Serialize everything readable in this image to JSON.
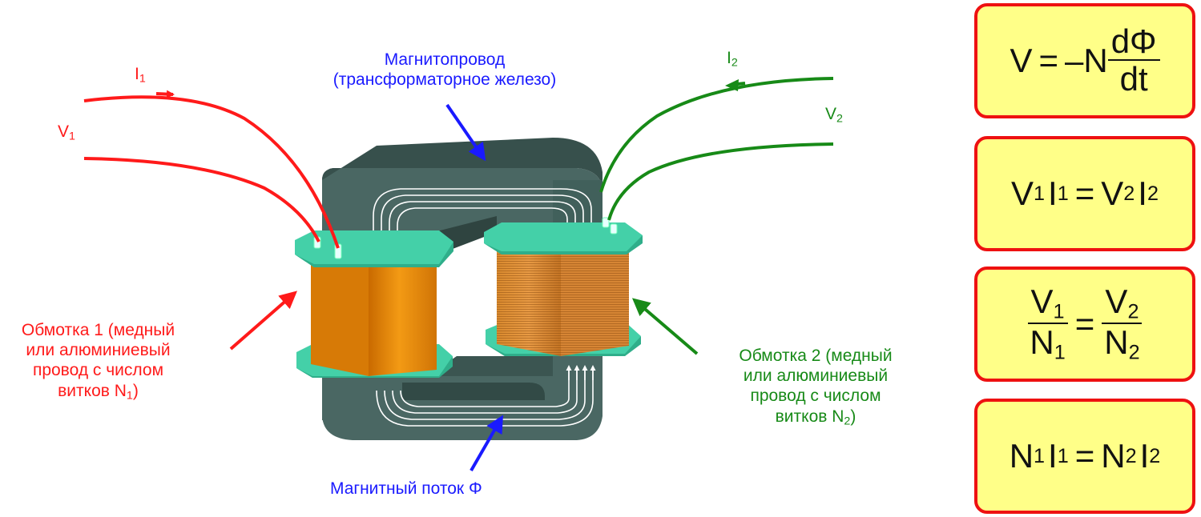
{
  "labels": {
    "core": [
      "Магнитопровод",
      "(трансформаторное железо)"
    ],
    "flux": "Магнитный поток Φ",
    "i1": {
      "base": "I",
      "sub": "1"
    },
    "v1": {
      "base": "V",
      "sub": "1"
    },
    "i2": {
      "base": "I",
      "sub": "2"
    },
    "v2": {
      "base": "V",
      "sub": "2"
    },
    "winding1": {
      "line1": "Обмотка 1 (медный",
      "line2": "или алюминиевый",
      "line3": "провод с числом",
      "line4_prefix": "витков N",
      "line4_sub": "1",
      "line4_suffix": ")"
    },
    "winding2": {
      "line1": "Обмотка 2 (медный",
      "line2": "или алюминиевый",
      "line3": "провод с числом",
      "line4_prefix": "витков N",
      "line4_sub": "2",
      "line4_suffix": ")"
    }
  },
  "formulas": {
    "f1": {
      "lhs": "V",
      "eq": "=",
      "minus": "–N",
      "num": "dΦ",
      "den": "dt"
    },
    "f2": {
      "a": "V",
      "a_sub": "1",
      "b": "I",
      "b_sub": "1",
      "eq": "=",
      "c": "V",
      "c_sub": "2",
      "d": "I",
      "d_sub": "2"
    },
    "f3": {
      "n1": "V",
      "n1_sub": "1",
      "d1": "N",
      "d1_sub": "1",
      "eq": "=",
      "n2": "V",
      "n2_sub": "2",
      "d2": "N",
      "d2_sub": "2"
    },
    "f4": {
      "a": "N",
      "a_sub": "1",
      "b": "I",
      "b_sub": "1",
      "eq": "=",
      "c": "N",
      "c_sub": "2",
      "d": "I",
      "d_sub": "2"
    }
  },
  "colors": {
    "red": "#ff1a1a",
    "blue": "#1a1aff",
    "green": "#178a17",
    "core": "#3f5b57",
    "flange": "#44d0a8",
    "coil": "#ee8f10",
    "box_fill": "#ffff88",
    "box_border": "#ee1111"
  }
}
